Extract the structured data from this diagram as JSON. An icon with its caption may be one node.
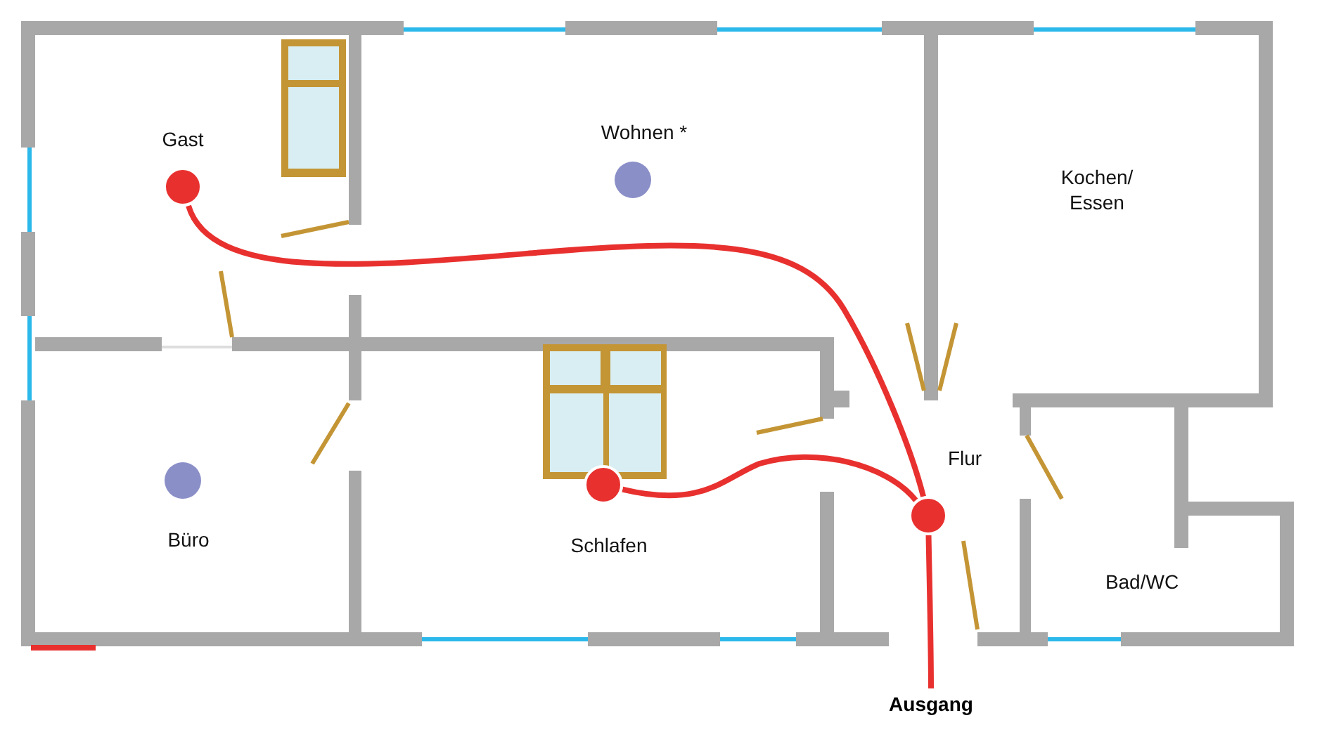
{
  "diagram": {
    "nodes": [
      {
        "text": [],
        "shape": "circle"
      },
      {
        "text": [],
        "shape": "circle"
      },
      {
        "text": [],
        "shape": "circle"
      },
      {
        "text": [
          "Ausgang"
        ]
      }
    ],
    "edges": [
      {
        "from": 0,
        "to": 2,
        "arrow": "none"
      },
      {
        "from": 1,
        "to": 2,
        "arrow": "none"
      },
      {
        "from": 2,
        "to": 3,
        "arrow": "none"
      }
    ],
    "labels": [
      "Gast",
      "Wohnen *",
      "Kochen/ Essen",
      "Flur",
      "Büro",
      "Schlafen",
      "Bad/WC"
    ]
  }
}
